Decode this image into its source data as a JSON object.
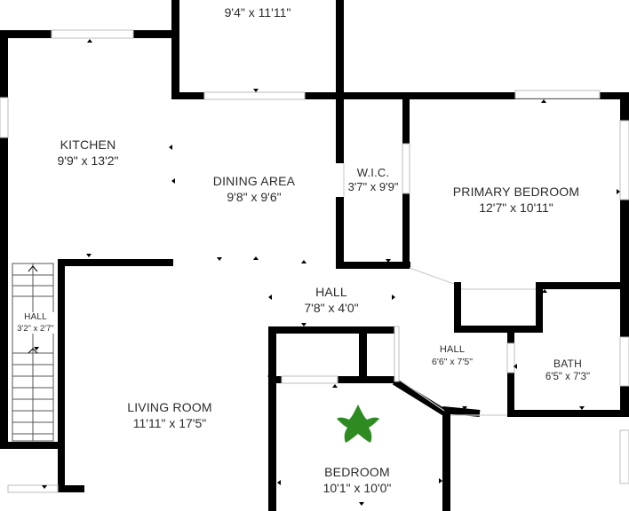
{
  "rooms": [
    {
      "name": "",
      "dims": "9'4\" x 11'11\""
    },
    {
      "name": "KITCHEN",
      "dims": "9'9\" x 13'2\""
    },
    {
      "name": "DINING AREA",
      "dims": "9'8\" x 9'6\""
    },
    {
      "name": "W.I.C.",
      "dims": "3'7\" x 9'9\""
    },
    {
      "name": "PRIMARY BEDROOM",
      "dims": "12'7\" x 10'11\""
    },
    {
      "name": "HALL",
      "dims": "7'8\" x 4'0\""
    },
    {
      "name": "HALL",
      "dims": "3'2\" x 2'7\""
    },
    {
      "name": "HALL",
      "dims": "6'6\" x 7'5\""
    },
    {
      "name": "BATH",
      "dims": "6'5\" x 7'3\""
    },
    {
      "name": "LIVING ROOM",
      "dims": "11'11\" x 17'5\""
    },
    {
      "name": "BEDROOM",
      "dims": "10'1\" x 10'0\""
    }
  ],
  "colors": {
    "wall": "#000000",
    "window": "#cfcfcf",
    "text": "#2b2b2b",
    "plant": "#2e8b22"
  },
  "icons": [
    "plant-icon",
    "stairs-icon"
  ]
}
